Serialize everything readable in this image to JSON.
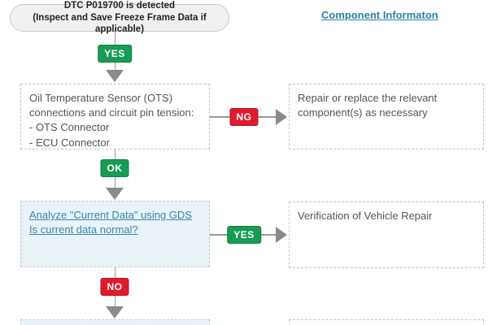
{
  "header": {
    "component_info_link": "Component Informaton"
  },
  "flow": {
    "start_node": {
      "line1": "DTC P019700 is detected",
      "line2": "(Inspect and Save Freeze Frame Data if applicable)"
    },
    "connectors": {
      "yes_top": "YES",
      "ng": "NG",
      "ok": "OK",
      "yes_mid": "YES",
      "no": "NO"
    },
    "step1": {
      "lines": [
        "Oil Temperature Sensor (OTS)",
        "connections and circuit pin tension:",
        "- OTS Connector",
        "- ECU Connector"
      ]
    },
    "step1_result": {
      "text": "Repair or replace the relevant component(s) as necessary"
    },
    "step2": {
      "lines": [
        "Analyze \"Current Data\" using GDS",
        "Is current data normal?"
      ]
    },
    "step2_result": {
      "text": "Verification of Vehicle Repair"
    }
  },
  "colors": {
    "badge_green": "#189b54",
    "badge_red": "#e01b2c",
    "link_blue": "#2e81a8",
    "step_link_blue": "#3886ab",
    "blue_box_bg": "#e9f2f7",
    "blue_box_border": "#b3d0de",
    "gray_box_border": "#c6c6c6",
    "connector_gray": "#9a9a9a"
  }
}
